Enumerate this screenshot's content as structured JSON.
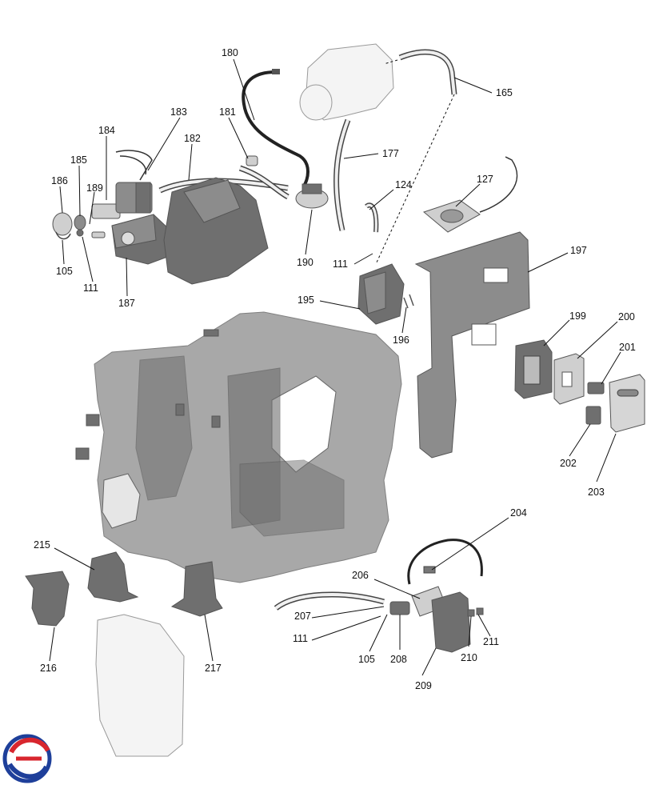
{
  "diagram": {
    "labels": [
      {
        "id": "180",
        "text": "180"
      },
      {
        "id": "165",
        "text": "165"
      },
      {
        "id": "183",
        "text": "183"
      },
      {
        "id": "181",
        "text": "181"
      },
      {
        "id": "184",
        "text": "184"
      },
      {
        "id": "182",
        "text": "182"
      },
      {
        "id": "177",
        "text": "177"
      },
      {
        "id": "185",
        "text": "185"
      },
      {
        "id": "186",
        "text": "186"
      },
      {
        "id": "189",
        "text": "189"
      },
      {
        "id": "124",
        "text": "124"
      },
      {
        "id": "127",
        "text": "127"
      },
      {
        "id": "105a",
        "text": "105"
      },
      {
        "id": "111a",
        "text": "111"
      },
      {
        "id": "187",
        "text": "187"
      },
      {
        "id": "190",
        "text": "190"
      },
      {
        "id": "111b",
        "text": "111"
      },
      {
        "id": "197",
        "text": "197"
      },
      {
        "id": "195",
        "text": "195"
      },
      {
        "id": "196",
        "text": "196"
      },
      {
        "id": "199",
        "text": "199"
      },
      {
        "id": "200",
        "text": "200"
      },
      {
        "id": "201",
        "text": "201"
      },
      {
        "id": "202",
        "text": "202"
      },
      {
        "id": "203",
        "text": "203"
      },
      {
        "id": "204",
        "text": "204"
      },
      {
        "id": "215",
        "text": "215"
      },
      {
        "id": "206",
        "text": "206"
      },
      {
        "id": "207",
        "text": "207"
      },
      {
        "id": "111c",
        "text": "111"
      },
      {
        "id": "211",
        "text": "211"
      },
      {
        "id": "105b",
        "text": "105"
      },
      {
        "id": "208",
        "text": "208"
      },
      {
        "id": "210",
        "text": "210"
      },
      {
        "id": "216",
        "text": "216"
      },
      {
        "id": "217",
        "text": "217"
      },
      {
        "id": "209",
        "text": "209"
      }
    ]
  }
}
